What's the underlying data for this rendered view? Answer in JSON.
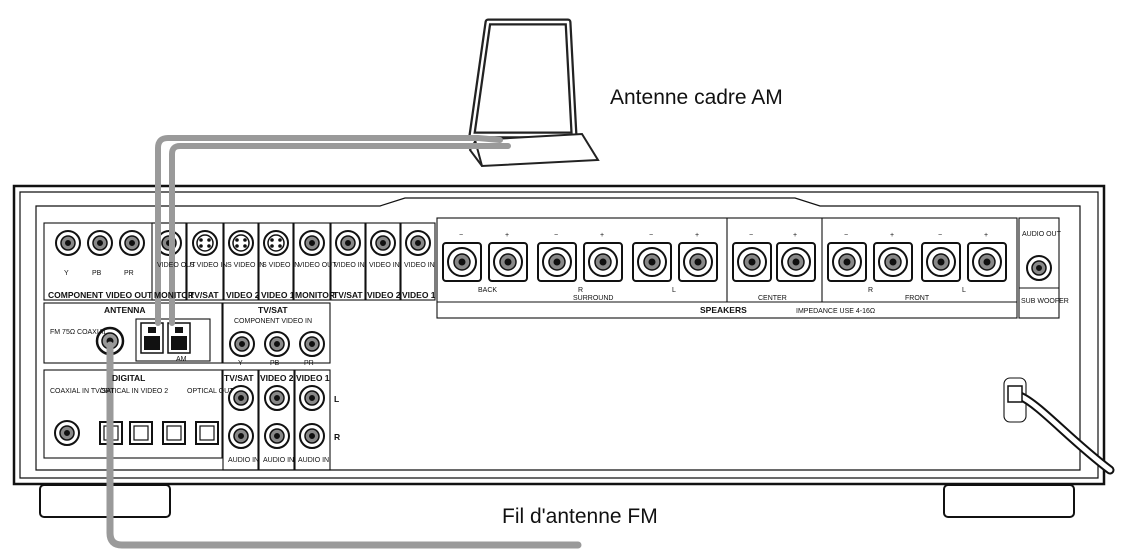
{
  "captions": {
    "am_antenna": "Antenne cadre AM",
    "fm_wire": "Fil d'antenne FM"
  },
  "panel": {
    "component_video_out": "COMPONENT VIDEO OUT",
    "monitor": "MONITOR",
    "tv_sat": "TV/SAT",
    "video2": "VIDEO 2",
    "video1": "VIDEO 1",
    "y": "Y",
    "pb": "PB",
    "pr": "PR",
    "video_out": "VIDEO OUT",
    "s_video_out": "S VIDEO OUT",
    "s_video_in": "S VIDEO IN",
    "video_in": "VIDEO IN",
    "antenna": "ANTENNA",
    "fm_75_coaxial": "FM 75Ω COAXIAL",
    "am": "AM",
    "component_video_in": "COMPONENT VIDEO IN",
    "digital": "DIGITAL",
    "coaxial_in_tv_sat": "COAXIAL IN TV/SAT",
    "optical_in_video2": "OPTICAL IN VIDEO 2",
    "optical_out": "OPTICAL OUT",
    "audio_in": "AUDIO IN",
    "l": "L",
    "r": "R",
    "speakers": "SPEAKERS",
    "impedance": "IMPEDANCE USE 4-16Ω",
    "back": "BACK",
    "surround": "SURROUND",
    "center": "CENTER",
    "front": "FRONT",
    "audio_out": "AUDIO OUT",
    "sub_woofer": "SUB WOOFER",
    "minus": "−",
    "plus": "+"
  }
}
